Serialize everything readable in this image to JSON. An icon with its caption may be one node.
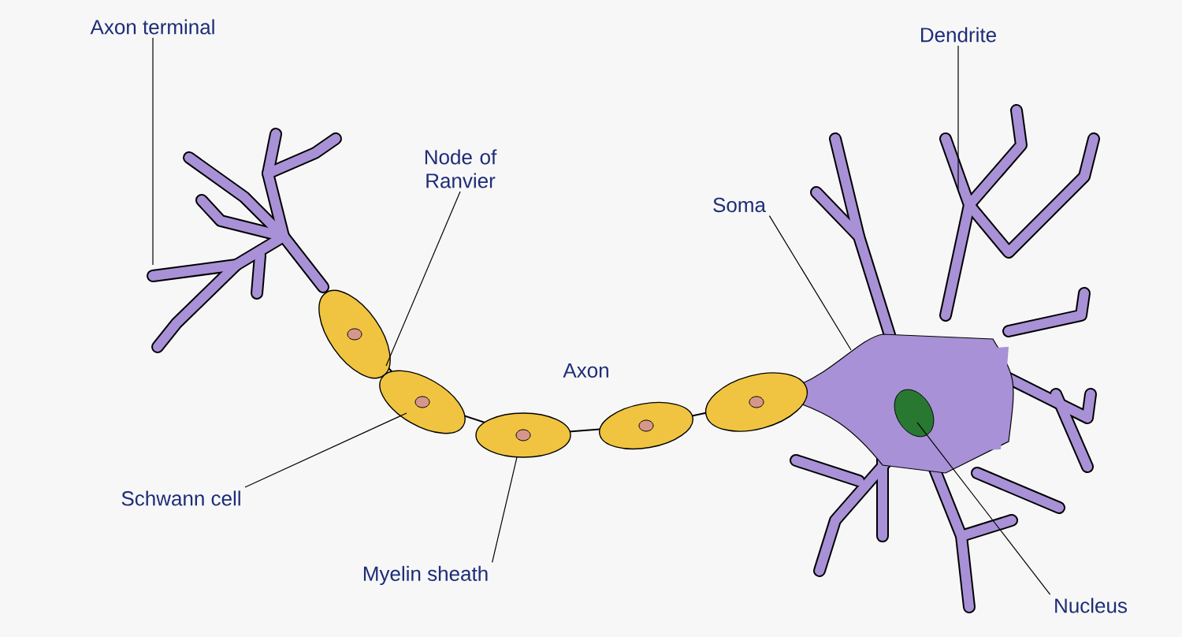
{
  "diagram": {
    "nodes": [
      {
        "text": [
          "Axon terminal"
        ]
      },
      {
        "text": [
          "Node of Ranvier"
        ]
      },
      {
        "text": [
          "Soma"
        ]
      },
      {
        "text": [
          "Dendrite"
        ]
      },
      {
        "text": [
          "Schwann cell"
        ]
      },
      {
        "text": [
          "Myelin sheath"
        ]
      },
      {
        "text": [
          "Nucleus"
        ]
      }
    ],
    "edges": [
      {
        "from": 0,
        "to": null,
        "arrow": "none"
      },
      {
        "from": 1,
        "to": null,
        "arrow": "none"
      },
      {
        "from": 2,
        "to": null,
        "arrow": "none"
      },
      {
        "from": 3,
        "to": null,
        "arrow": "none"
      },
      {
        "from": 4,
        "to": null,
        "arrow": "none"
      },
      {
        "from": 5,
        "to": null,
        "arrow": "none"
      },
      {
        "from": 6,
        "to": null,
        "arrow": "none"
      }
    ],
    "labels": [
      "Axon"
    ]
  }
}
